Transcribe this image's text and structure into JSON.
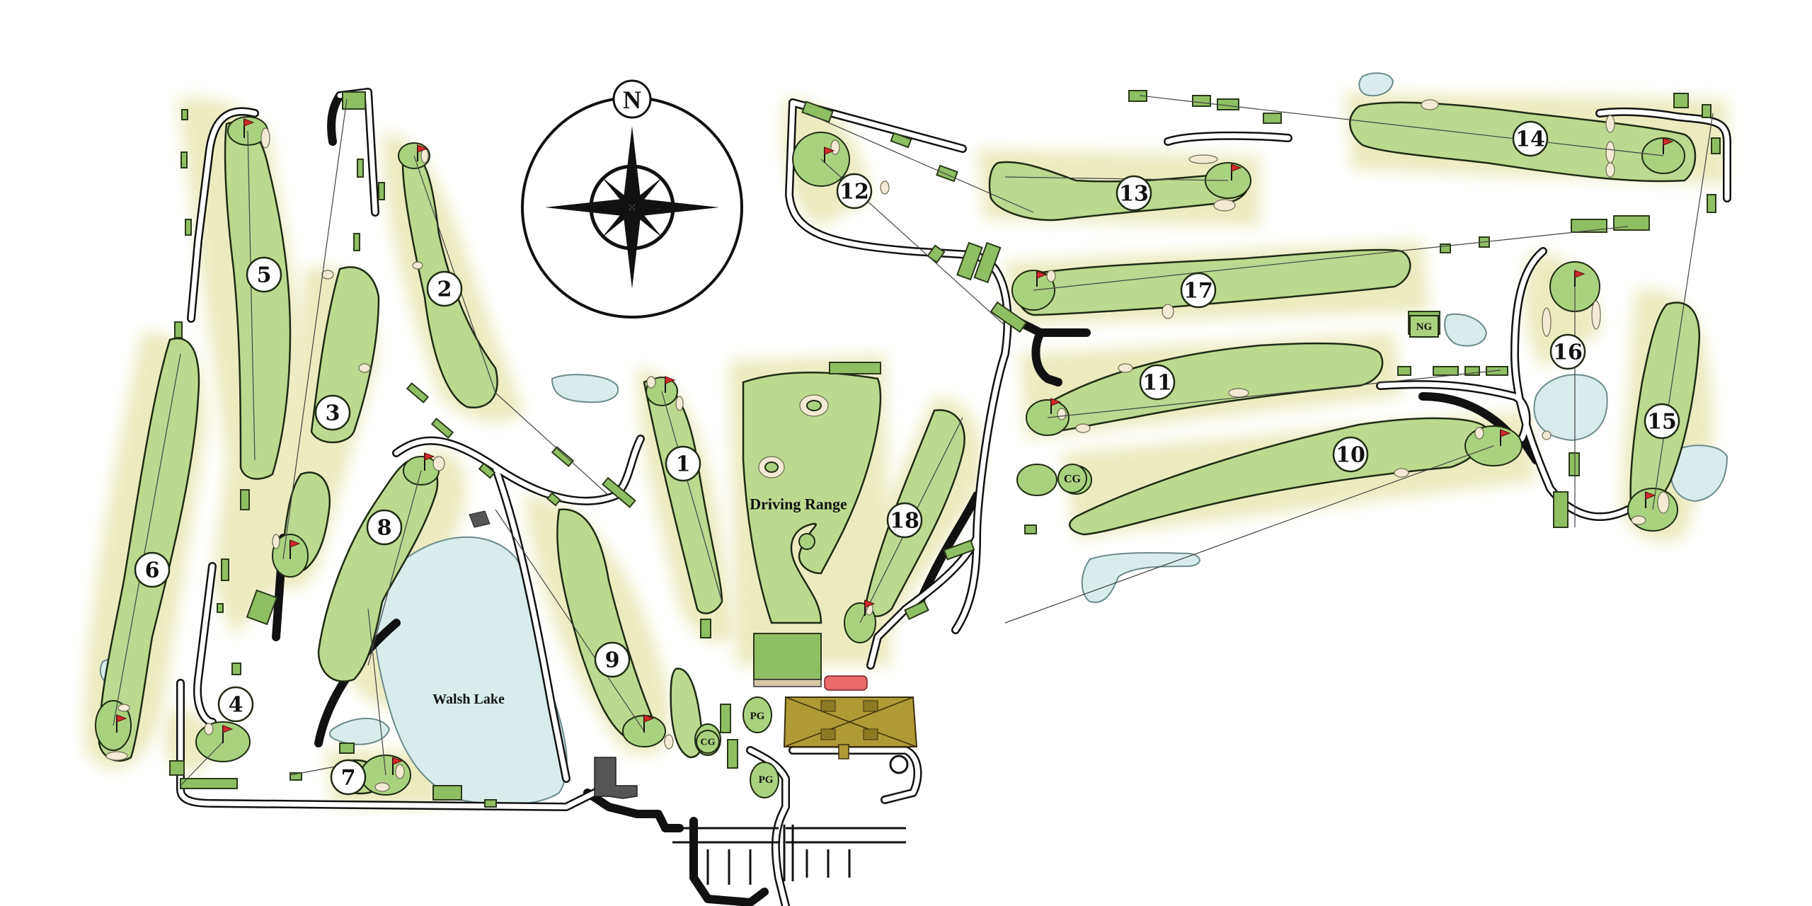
{
  "map": {
    "compass": {
      "north_label": "N"
    },
    "holes": [
      {
        "number": "1"
      },
      {
        "number": "2"
      },
      {
        "number": "3"
      },
      {
        "number": "4"
      },
      {
        "number": "5"
      },
      {
        "number": "6"
      },
      {
        "number": "7"
      },
      {
        "number": "8"
      },
      {
        "number": "9"
      },
      {
        "number": "10"
      },
      {
        "number": "11"
      },
      {
        "number": "12"
      },
      {
        "number": "13"
      },
      {
        "number": "14"
      },
      {
        "number": "15"
      },
      {
        "number": "16"
      },
      {
        "number": "17"
      },
      {
        "number": "18"
      }
    ],
    "labels": {
      "driving_range": "Driving Range",
      "walsh_lake": "Walsh Lake",
      "cg": "CG",
      "pg": "PG",
      "ng": "NG"
    },
    "colors": {
      "fairway": "#bcd98f",
      "rough": "#ecebc0",
      "water": "#d8ecec",
      "flag": "#d42a2a",
      "clubhouse": "#b09a35",
      "building": "#555555"
    }
  }
}
